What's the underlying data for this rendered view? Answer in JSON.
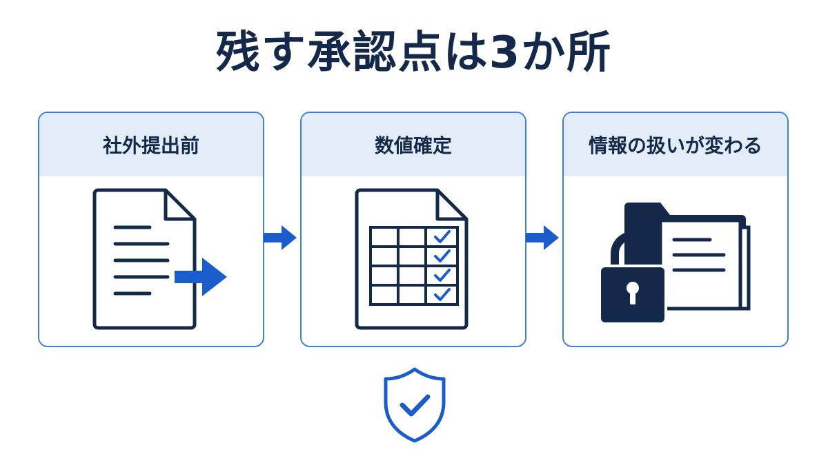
{
  "title": "残す承認点は3か所",
  "steps": [
    {
      "label": "社外提出前",
      "icon": "document-send-icon"
    },
    {
      "label": "数値確定",
      "icon": "spreadsheet-check-icon"
    },
    {
      "label": "情報の扱いが変わる",
      "icon": "locked-folder-icon"
    }
  ],
  "footer_icon": "shield-check-icon",
  "colors": {
    "navy": "#14294a",
    "accent_blue": "#1a5ccc",
    "header_bg": "#e3edfa",
    "card_border": "#3f7fd9"
  }
}
